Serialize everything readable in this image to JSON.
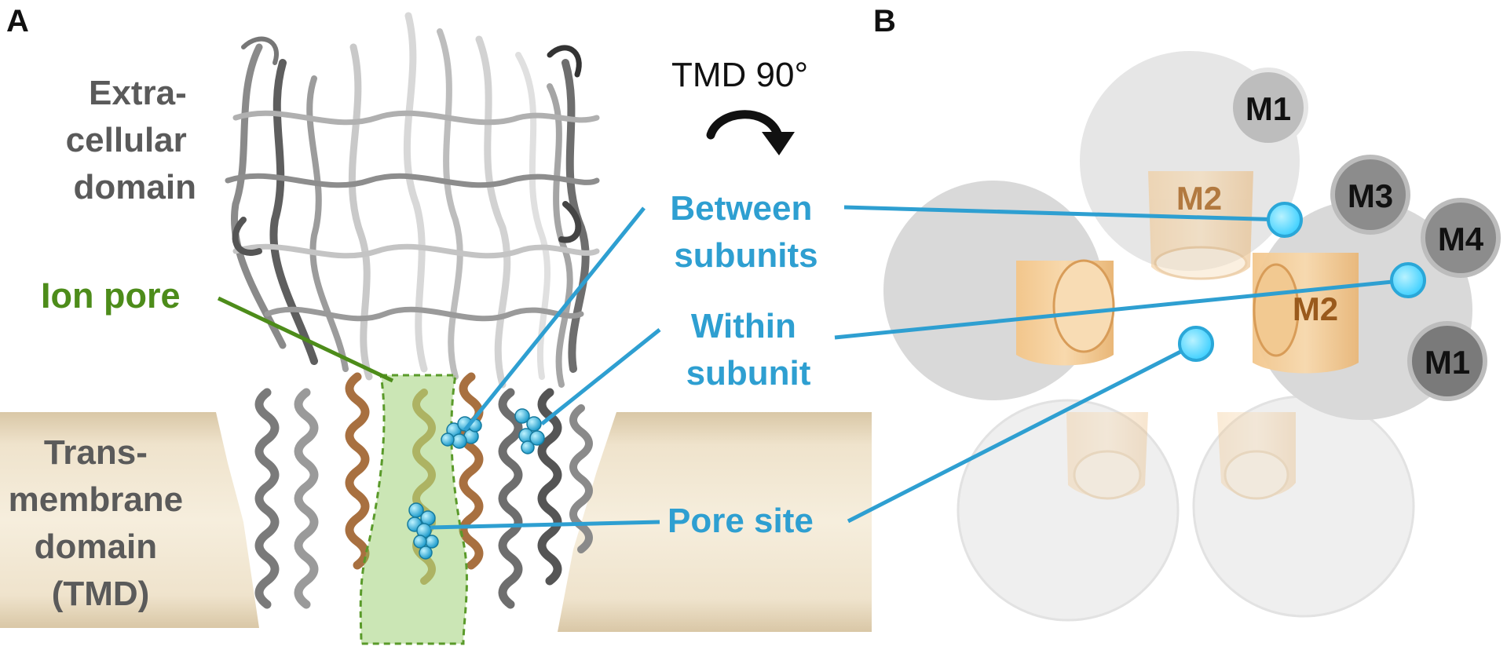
{
  "panel_a": {
    "letter": "A",
    "extracellular_label": [
      "Extra-",
      "cellular",
      "domain"
    ],
    "ion_pore_label": "Ion pore",
    "tmd_label": [
      "Trans-",
      "membrane",
      "domain",
      "(TMD)"
    ],
    "rotation_label": "TMD 90°",
    "between_label": [
      "Between",
      "subunits"
    ],
    "within_label": [
      "Within",
      "subunit"
    ],
    "pore_site_label": "Pore site"
  },
  "panel_b": {
    "letter": "B",
    "helices": {
      "m1_top": "M1",
      "m2_top": "M2",
      "m3": "M3",
      "m4": "M4",
      "m2_right": "M2",
      "m1_right": "M1"
    }
  },
  "colors": {
    "pore_green": "#4d8c1a",
    "site_blue": "#2e9fd1",
    "site_fill": "#6fdcff",
    "membrane_tan": "#eadcc2",
    "helix_orange": "#e8b97c",
    "label_gray": "#5a5a5a"
  }
}
